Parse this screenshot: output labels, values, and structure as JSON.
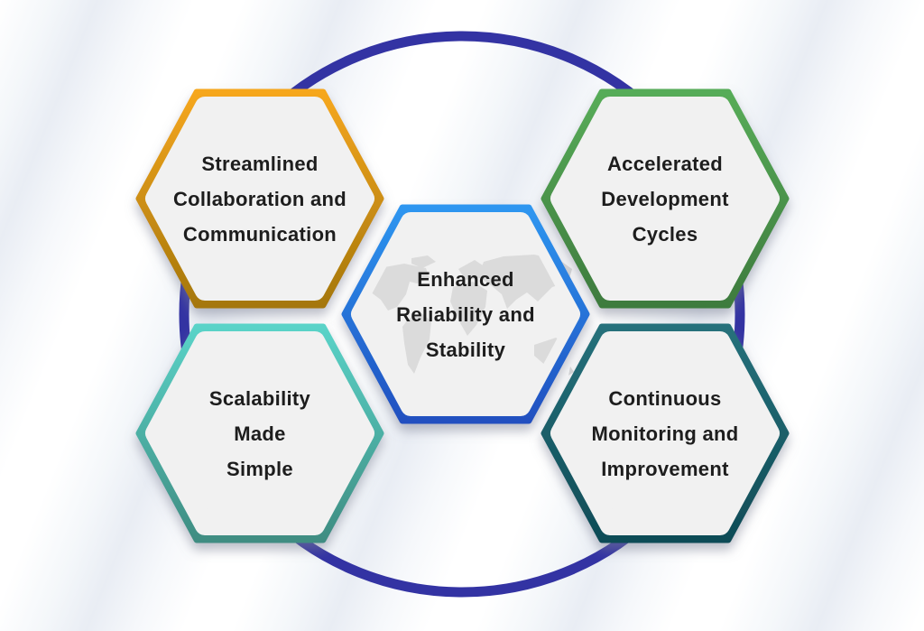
{
  "diagram": {
    "hexagons": [
      {
        "id": "streamlined-collaboration",
        "label": "Streamlined\nCollaboration and\nCommunication",
        "color_top": "#F6A71F",
        "color_bottom": "#A5770B"
      },
      {
        "id": "accelerated-development",
        "label": "Accelerated\nDevelopment\nCycles",
        "color_top": "#57AC58",
        "color_bottom": "#3E7B3E"
      },
      {
        "id": "enhanced-reliability",
        "label": "Enhanced\nReliability and\nStability",
        "color_top": "#2E96F0",
        "color_bottom": "#2050C0"
      },
      {
        "id": "scalability-made-simple",
        "label": "Scalability\nMade\nSimple",
        "color_top": "#5AD3C8",
        "color_bottom": "#3F8D82"
      },
      {
        "id": "continuous-monitoring",
        "label": "Continuous\nMonitoring and\nImprovement",
        "color_top": "#26717B",
        "color_bottom": "#0F4C57"
      }
    ],
    "circle_color": "#3333A3",
    "tile_fill": "#F1F1F1",
    "text_color": "#1D1D1D",
    "map_color": "#DBDBDB"
  }
}
